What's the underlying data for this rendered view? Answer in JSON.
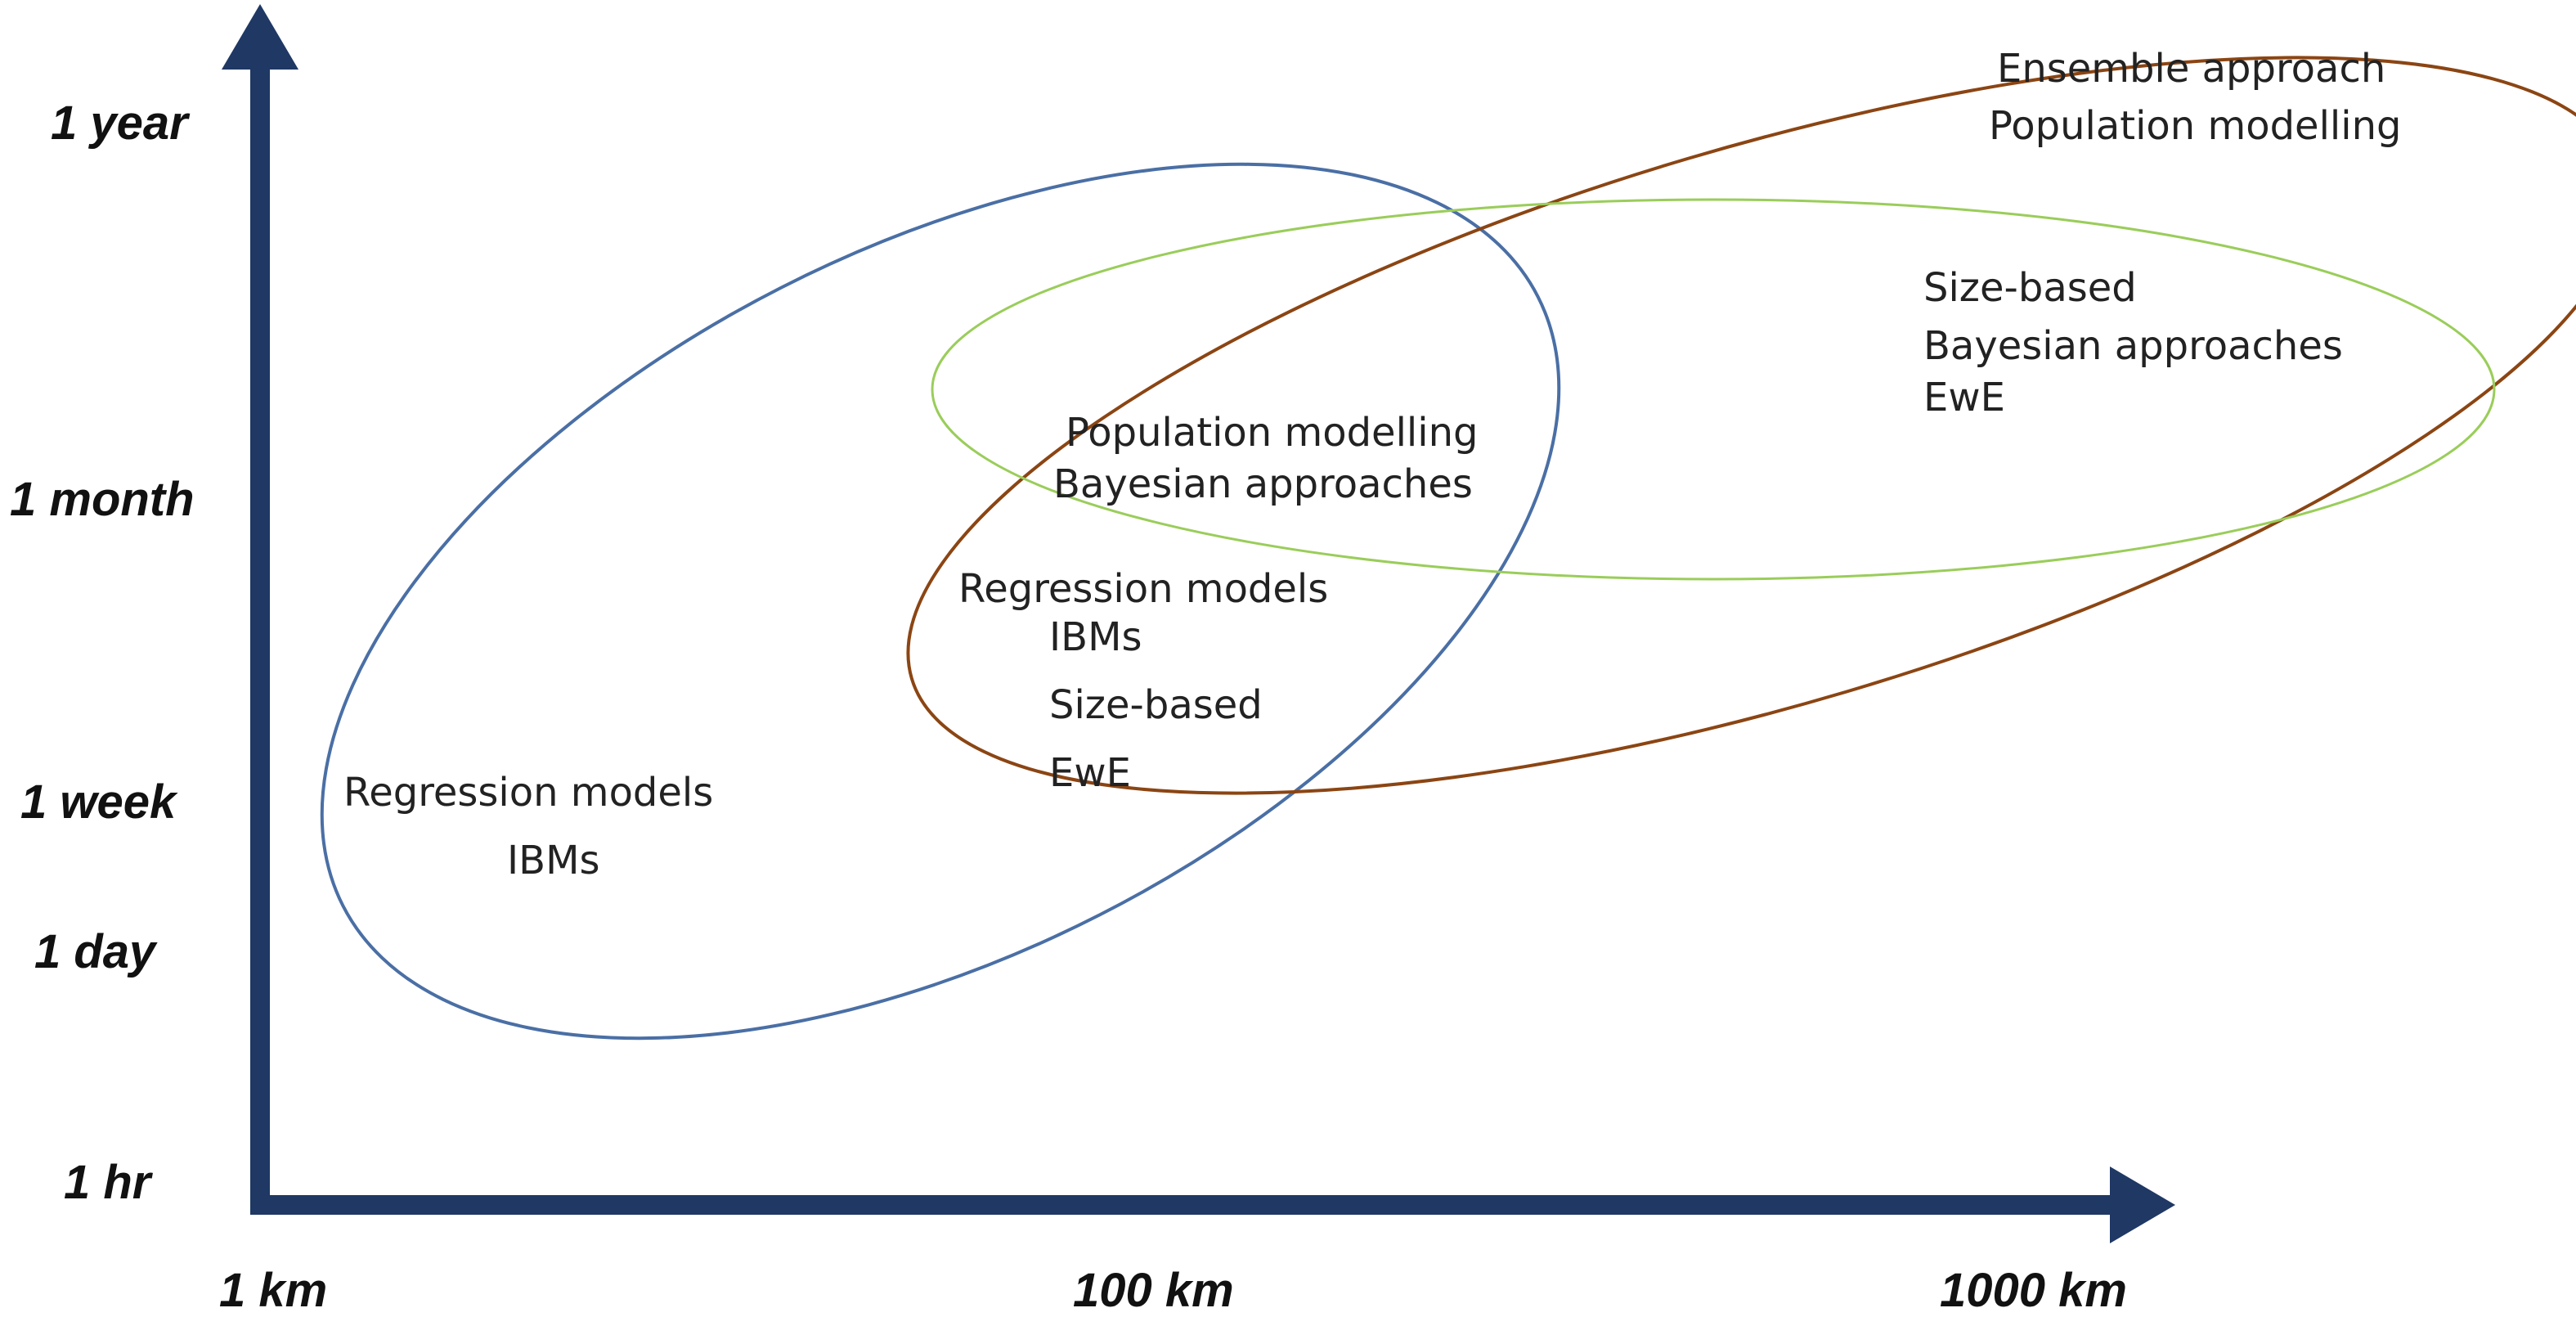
{
  "colors": {
    "axis": "#1F3864",
    "blue_ellipse": "#4A6FA5",
    "brown_ellipse": "#8B4513",
    "green_ellipse": "#9ACD5A"
  },
  "y_axis": {
    "ticks": [
      "1 year",
      "1 month",
      "1 week",
      "1 day",
      "1 hr"
    ]
  },
  "x_axis": {
    "ticks": [
      "1 km",
      "100 km",
      "1000 km"
    ]
  },
  "regions": {
    "blue_left": [
      "Regression  models",
      "IBMs"
    ],
    "overlap_upper": [
      "Population modelling",
      "Bayesian approaches"
    ],
    "overlap_lower": [
      "Regression  models",
      "IBMs",
      "Size-based",
      "EwE"
    ],
    "green_right": [
      "Size-based",
      "Bayesian approaches",
      "EwE"
    ],
    "brown_top": [
      "Ensemble approach",
      "Population modelling"
    ]
  }
}
